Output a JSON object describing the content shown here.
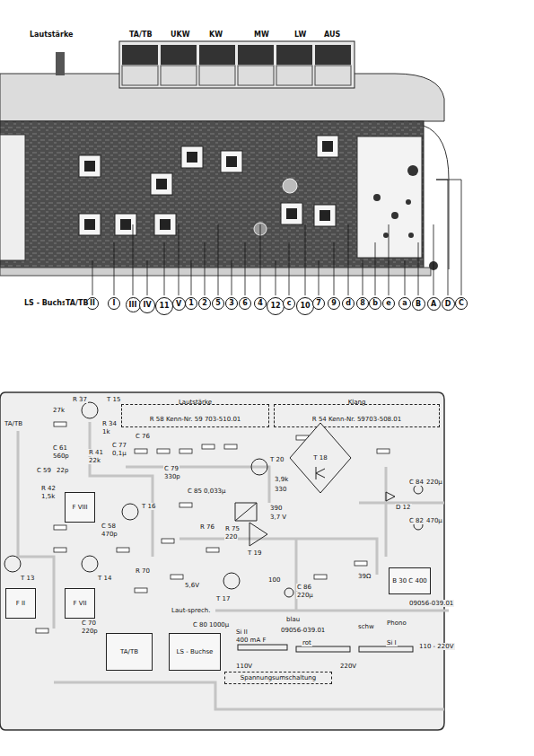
{
  "diagram": {
    "nodes": [
      {
        "text": [
          "Lautstärke",
          "R 58 Kenn-Nr. 59 703-510.01"
        ]
      },
      {
        "text": [
          "Klang",
          "R 54 Kenn-Nr. 59703-508.01"
        ]
      },
      {
        "text": [
          "F VIII"
        ]
      },
      {
        "text": [
          "F VII"
        ]
      },
      {
        "text": [
          "F II"
        ]
      },
      {
        "text": [
          "TA/TB"
        ]
      },
      {
        "text": [
          "LS - Buchse"
        ]
      },
      {
        "text": [
          "T 18"
        ]
      },
      {
        "text": [
          "B 30 C 400"
        ]
      },
      {
        "text": [
          "Spannungsumschaltung"
        ]
      },
      {
        "text": [
          "II"
        ]
      },
      {
        "text": [
          "I"
        ]
      },
      {
        "text": [
          "III"
        ]
      },
      {
        "text": [
          "IV"
        ]
      },
      {
        "text": [
          "11"
        ]
      },
      {
        "text": [
          "V"
        ]
      },
      {
        "text": [
          "1"
        ]
      },
      {
        "text": [
          "2"
        ]
      },
      {
        "text": [
          "5"
        ]
      },
      {
        "text": [
          "3"
        ]
      },
      {
        "text": [
          "6"
        ]
      },
      {
        "text": [
          "4"
        ]
      },
      {
        "text": [
          "12"
        ]
      },
      {
        "text": [
          "c"
        ]
      },
      {
        "text": [
          "10"
        ]
      },
      {
        "text": [
          "7"
        ]
      },
      {
        "text": [
          "9"
        ]
      },
      {
        "text": [
          "d"
        ]
      },
      {
        "text": [
          "8"
        ]
      },
      {
        "text": [
          "b"
        ]
      },
      {
        "text": [
          "e"
        ]
      },
      {
        "text": [
          "a"
        ]
      },
      {
        "text": [
          "B"
        ]
      },
      {
        "text": [
          "A"
        ]
      },
      {
        "text": [
          "D"
        ]
      },
      {
        "text": [
          "C"
        ]
      }
    ],
    "labels": [
      "Lautstärke",
      "TA/TB",
      "UKW",
      "KW",
      "MW",
      "LW",
      "AUS",
      "LS - Buchse",
      "TA/TB",
      "TA/TB",
      "R 37",
      "27k",
      "T 15",
      "R 34",
      "1k",
      "C 61",
      "560p",
      "C 76",
      "C 59",
      "22p",
      "R 41",
      "22k",
      "C 77",
      "0,1µ",
      "R 42",
      "1,5k",
      "C 58",
      "470p",
      "T 16",
      "C 79",
      "330p",
      "C 85",
      "0,033µ",
      "R 76",
      "R 75",
      "220",
      "T 20",
      "3,9k",
      "330",
      "390",
      "3,7 V",
      "T 19",
      "T 14",
      "T 13",
      "T 17",
      "5,6V",
      "R 70",
      "100",
      "C 86",
      "220µ",
      "39Ω",
      "D 12",
      "C 84",
      "220µ",
      "C 82",
      "470µ",
      "09056-039.01",
      "Laut-sprech.",
      "C 70",
      "220p",
      "C 80",
      "1000µ",
      "blau",
      "09056-039.01",
      "rot",
      "schw",
      "Phono",
      "Si II",
      "400 mA F",
      "Si I",
      "110 - 220V",
      "110V",
      "220V"
    ]
  }
}
